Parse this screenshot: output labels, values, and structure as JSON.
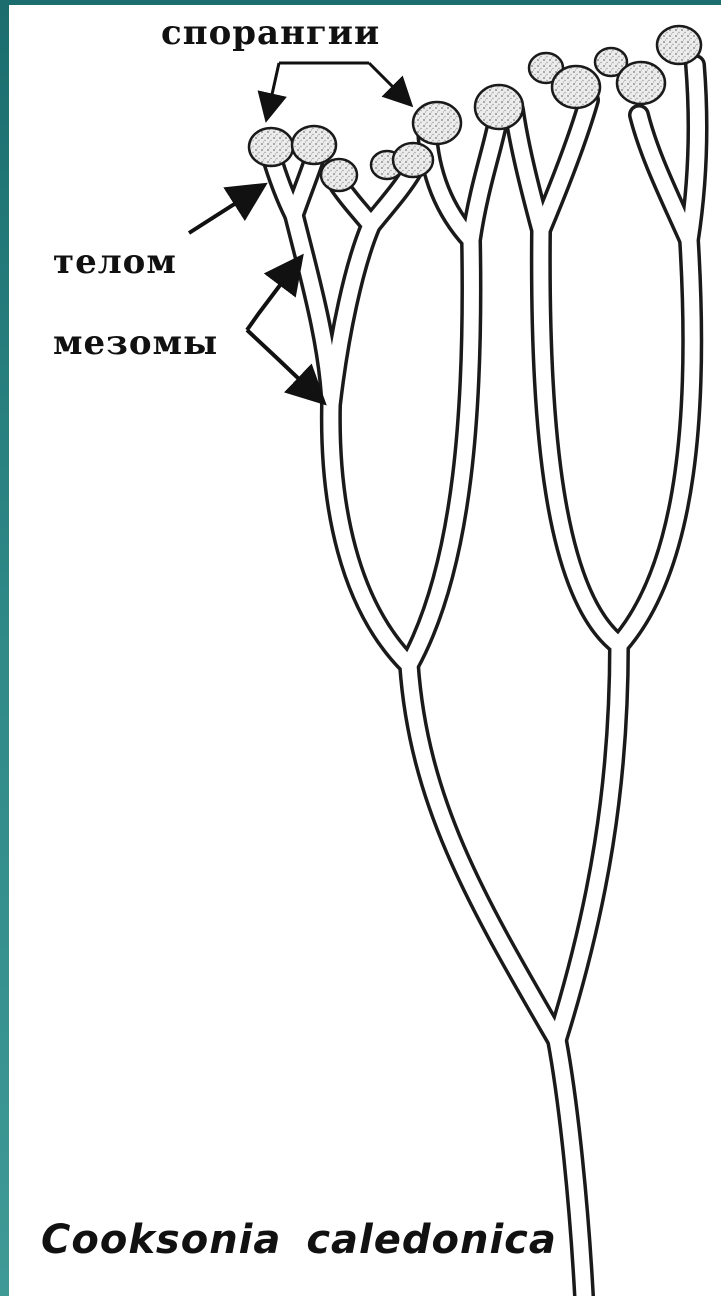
{
  "labels": {
    "sporangia": "спорангии",
    "telom": "телом",
    "mesom": "мезомы"
  },
  "caption": "Cooksonia caledonica",
  "colors": {
    "frame": "#1b6d6e",
    "ink": "#111111",
    "stem_fill": "#ffffff",
    "sporangium_fill": "#d8d8d8"
  }
}
